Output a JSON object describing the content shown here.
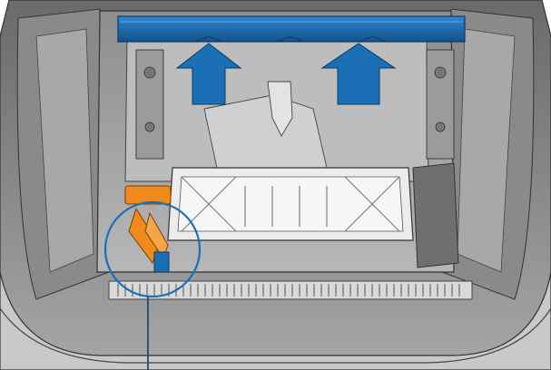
{
  "figure": {
    "title": "",
    "labels": []
  },
  "colors": {
    "background": "#ffffff",
    "body_dark": "#5a5a5a",
    "body_mid": "#9a9a9a",
    "body_light": "#cfcfcf",
    "panel_light": "#e9e9e9",
    "accent_blue": "#1b6fb5",
    "accent_orange": "#f08a1c",
    "outline": "#333333"
  },
  "annotations": {
    "arrows": [
      {
        "name": "lift-arrow-left",
        "direction": "up"
      },
      {
        "name": "lift-arrow-right",
        "direction": "up"
      }
    ],
    "callout": {
      "name": "detail-circle",
      "shape": "circle"
    }
  }
}
